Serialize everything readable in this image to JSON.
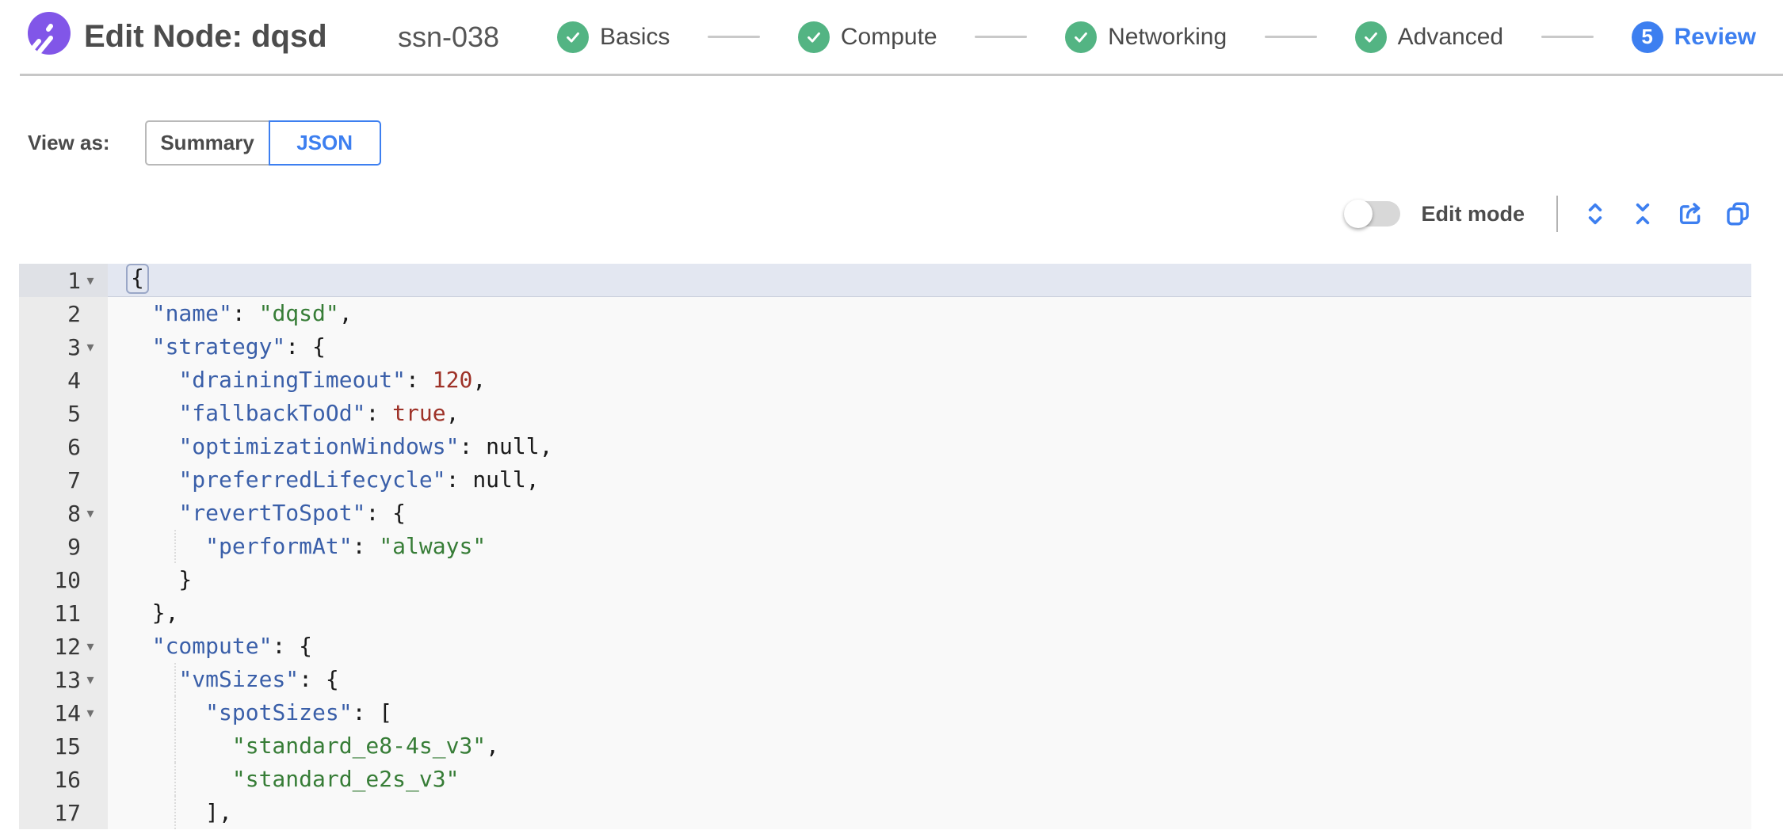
{
  "colors": {
    "accent_blue": "#3d7ff0",
    "success_green": "#53b483",
    "brand_purple": "#8156e8",
    "code_key": "#3a5fa9",
    "code_string": "#377d37",
    "code_number": "#9e3228"
  },
  "header": {
    "title": "Edit Node: dqsd",
    "subtitle": "ssn-038",
    "logo_icon": "spot-logo-icon",
    "steps": [
      {
        "label": "Basics",
        "state": "complete"
      },
      {
        "label": "Compute",
        "state": "complete"
      },
      {
        "label": "Networking",
        "state": "complete"
      },
      {
        "label": "Advanced",
        "state": "complete"
      },
      {
        "label": "Review",
        "state": "current",
        "number": "5"
      }
    ]
  },
  "view_as": {
    "label": "View as:",
    "options": [
      {
        "label": "Summary",
        "selected": false
      },
      {
        "label": "JSON",
        "selected": true
      }
    ]
  },
  "toolbar": {
    "edit_mode_label": "Edit mode",
    "edit_mode_on": false,
    "icons": [
      "expand-all-icon",
      "collapse-all-icon",
      "export-icon",
      "copy-icon"
    ]
  },
  "editor": {
    "lines": [
      {
        "n": 1,
        "fold": true,
        "active": true,
        "guide": false,
        "tokens": [
          [
            "brace",
            "{"
          ]
        ]
      },
      {
        "n": 2,
        "fold": false,
        "active": false,
        "guide": false,
        "tokens": [
          [
            "plain",
            "  "
          ],
          [
            "key",
            "\"name\""
          ],
          [
            "plain",
            ": "
          ],
          [
            "str",
            "\"dqsd\""
          ],
          [
            "plain",
            ","
          ]
        ]
      },
      {
        "n": 3,
        "fold": true,
        "active": false,
        "guide": false,
        "tokens": [
          [
            "plain",
            "  "
          ],
          [
            "key",
            "\"strategy\""
          ],
          [
            "plain",
            ": {"
          ]
        ]
      },
      {
        "n": 4,
        "fold": false,
        "active": false,
        "guide": false,
        "tokens": [
          [
            "plain",
            "    "
          ],
          [
            "key",
            "\"drainingTimeout\""
          ],
          [
            "plain",
            ": "
          ],
          [
            "num",
            "120"
          ],
          [
            "plain",
            ","
          ]
        ]
      },
      {
        "n": 5,
        "fold": false,
        "active": false,
        "guide": false,
        "tokens": [
          [
            "plain",
            "    "
          ],
          [
            "key",
            "\"fallbackToOd\""
          ],
          [
            "plain",
            ": "
          ],
          [
            "bool",
            "true"
          ],
          [
            "plain",
            ","
          ]
        ]
      },
      {
        "n": 6,
        "fold": false,
        "active": false,
        "guide": false,
        "tokens": [
          [
            "plain",
            "    "
          ],
          [
            "key",
            "\"optimizationWindows\""
          ],
          [
            "plain",
            ": "
          ],
          [
            "nil",
            "null"
          ],
          [
            "plain",
            ","
          ]
        ]
      },
      {
        "n": 7,
        "fold": false,
        "active": false,
        "guide": false,
        "tokens": [
          [
            "plain",
            "    "
          ],
          [
            "key",
            "\"preferredLifecycle\""
          ],
          [
            "plain",
            ": "
          ],
          [
            "nil",
            "null"
          ],
          [
            "plain",
            ","
          ]
        ]
      },
      {
        "n": 8,
        "fold": true,
        "active": false,
        "guide": false,
        "tokens": [
          [
            "plain",
            "    "
          ],
          [
            "key",
            "\"revertToSpot\""
          ],
          [
            "plain",
            ": {"
          ]
        ]
      },
      {
        "n": 9,
        "fold": false,
        "active": false,
        "guide": true,
        "tokens": [
          [
            "plain",
            "      "
          ],
          [
            "key",
            "\"performAt\""
          ],
          [
            "plain",
            ": "
          ],
          [
            "str",
            "\"always\""
          ]
        ]
      },
      {
        "n": 10,
        "fold": false,
        "active": false,
        "guide": false,
        "tokens": [
          [
            "plain",
            "    }"
          ]
        ]
      },
      {
        "n": 11,
        "fold": false,
        "active": false,
        "guide": false,
        "tokens": [
          [
            "plain",
            "  },"
          ]
        ]
      },
      {
        "n": 12,
        "fold": true,
        "active": false,
        "guide": false,
        "tokens": [
          [
            "plain",
            "  "
          ],
          [
            "key",
            "\"compute\""
          ],
          [
            "plain",
            ": {"
          ]
        ]
      },
      {
        "n": 13,
        "fold": true,
        "active": false,
        "guide": true,
        "tokens": [
          [
            "plain",
            "    "
          ],
          [
            "key",
            "\"vmSizes\""
          ],
          [
            "plain",
            ": {"
          ]
        ]
      },
      {
        "n": 14,
        "fold": true,
        "active": false,
        "guide": true,
        "tokens": [
          [
            "plain",
            "      "
          ],
          [
            "key",
            "\"spotSizes\""
          ],
          [
            "plain",
            ": ["
          ]
        ]
      },
      {
        "n": 15,
        "fold": false,
        "active": false,
        "guide": true,
        "tokens": [
          [
            "plain",
            "        "
          ],
          [
            "str",
            "\"standard_e8-4s_v3\""
          ],
          [
            "plain",
            ","
          ]
        ]
      },
      {
        "n": 16,
        "fold": false,
        "active": false,
        "guide": true,
        "tokens": [
          [
            "plain",
            "        "
          ],
          [
            "str",
            "\"standard_e2s_v3\""
          ]
        ]
      },
      {
        "n": 17,
        "fold": false,
        "active": false,
        "guide": true,
        "tokens": [
          [
            "plain",
            "      ],"
          ]
        ]
      }
    ]
  }
}
